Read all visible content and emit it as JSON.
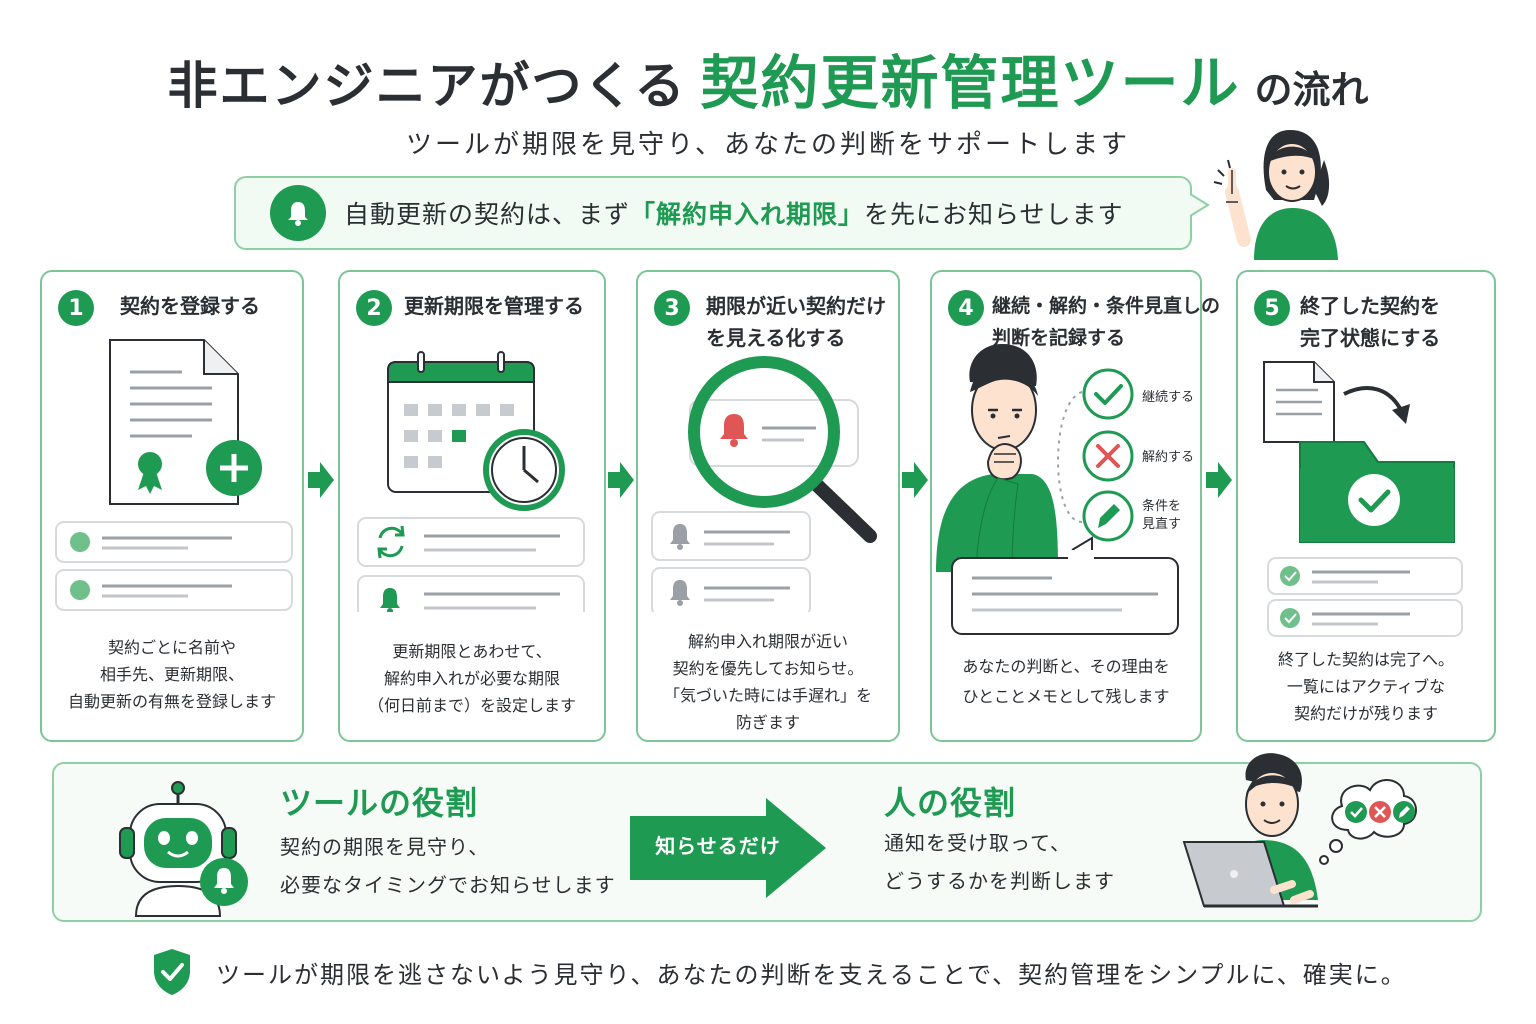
{
  "header": {
    "title_part1": "非エンジニアがつくる",
    "title_part2": "契約更新管理ツール",
    "title_part3": "の流れ",
    "subtitle": "ツールが期限を見守り、あなたの判断をサポートします"
  },
  "notice": {
    "prefix": "自動更新の契約は、まず",
    "highlight": "「解約申入れ期限」",
    "suffix": "を先にお知らせします",
    "icon": "bell-icon"
  },
  "steps": [
    {
      "num": "1",
      "title": [
        "契約を登録する"
      ],
      "desc": [
        "契約ごとに名前や",
        "相手先、更新期限、",
        "自動更新の有無を登録します"
      ]
    },
    {
      "num": "2",
      "title": [
        "更新期限を管理する"
      ],
      "desc": [
        "更新期限とあわせて、",
        "解約申入れが必要な期限",
        "（何日前まで）を設定します"
      ]
    },
    {
      "num": "3",
      "title": [
        "期限が近い契約だけ",
        "を見える化する"
      ],
      "desc": [
        "解約申入れ期限が近い",
        "契約を優先してお知らせ。",
        "「気づいた時には手遅れ」を",
        "防ぎます"
      ]
    },
    {
      "num": "4",
      "title": [
        "継続・解約・条件見直しの",
        "判断を記録する"
      ],
      "desc": [
        "あなたの判断と、その理由を",
        "ひとことメモとして残します"
      ],
      "options": [
        "継続する",
        "解約する",
        "条件を",
        "見直す"
      ]
    },
    {
      "num": "5",
      "title": [
        "終了した契約を",
        "完了状態にする"
      ],
      "desc": [
        "終了した契約は完了へ。",
        "一覧にはアクティブな",
        "契約だけが残ります"
      ]
    }
  ],
  "roles": {
    "tool_title": "ツールの役割",
    "tool_text": [
      "契約の期限を見守り、",
      "必要なタイミングでお知らせします"
    ],
    "arrow_label": "知らせるだけ",
    "human_title": "人の役割",
    "human_text": [
      "通知を受け取って、",
      "どうするかを判断します"
    ]
  },
  "footer": {
    "text": "ツールが期限を逃さないよう見守り、あなたの判断を支えることで、契約管理をシンプルに、確実に。",
    "icon": "shield-check-icon"
  },
  "colors": {
    "accent": "#1e9a52",
    "light_accent": "#8fcfa6",
    "alert": "#e05555",
    "gray": "#9aa0a6"
  }
}
